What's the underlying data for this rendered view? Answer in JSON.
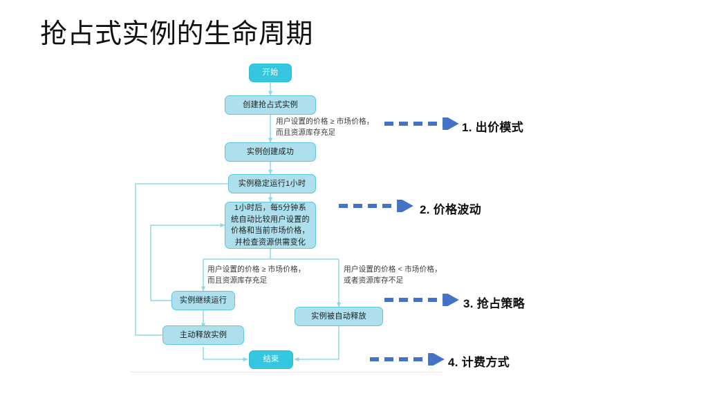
{
  "slide": {
    "title": "抢占式实例的生命周期",
    "background": "#ffffff"
  },
  "colors": {
    "terminal_fill": "#35c6e0",
    "terminal_text": "#ffffff",
    "process_fill": "#addfec",
    "process_border": "#5ec6dd",
    "process_text": "#1e1e1e",
    "connector": "#8fd8e8",
    "callout_arrow": "#4472c4",
    "callout_text": "#0d0d0d",
    "divider": "#e6e6e6"
  },
  "flow": {
    "nodes": [
      {
        "id": "start",
        "label": "开始",
        "type": "terminal"
      },
      {
        "id": "create",
        "label": "创建抢占式实例",
        "type": "process"
      },
      {
        "id": "created_ok",
        "label": "实例创建成功",
        "type": "process"
      },
      {
        "id": "run_1h",
        "label": "实例稳定运行1小时",
        "type": "process"
      },
      {
        "id": "compare",
        "label": "1小时后，每5分钟系统自动比较用户设置的价格和当前市场价格，并检查资源供需变化",
        "type": "process"
      },
      {
        "id": "keep_running",
        "label": "实例继续运行",
        "type": "process"
      },
      {
        "id": "auto_release",
        "label": "实例被自动释放",
        "type": "process"
      },
      {
        "id": "manual_release",
        "label": "主动释放实例",
        "type": "process"
      },
      {
        "id": "end",
        "label": "结束",
        "type": "terminal"
      }
    ],
    "edge_labels": [
      {
        "id": "cond_create",
        "text": "用户设置的价格 ≥ 市场价格，\n而且资源库存充足"
      },
      {
        "id": "cond_keep",
        "text": "用户设置的价格 ≥ 市场价格，\n而且资源库存充足"
      },
      {
        "id": "cond_release",
        "text": "用户设置的价格 < 市场价格，\n或者资源库存不足"
      }
    ]
  },
  "callouts": [
    {
      "id": "callout-1",
      "label": "1. 出价模式"
    },
    {
      "id": "callout-2",
      "label": "2. 价格波动"
    },
    {
      "id": "callout-3",
      "label": "3. 抢占策略"
    },
    {
      "id": "callout-4",
      "label": "4. 计费方式"
    }
  ]
}
